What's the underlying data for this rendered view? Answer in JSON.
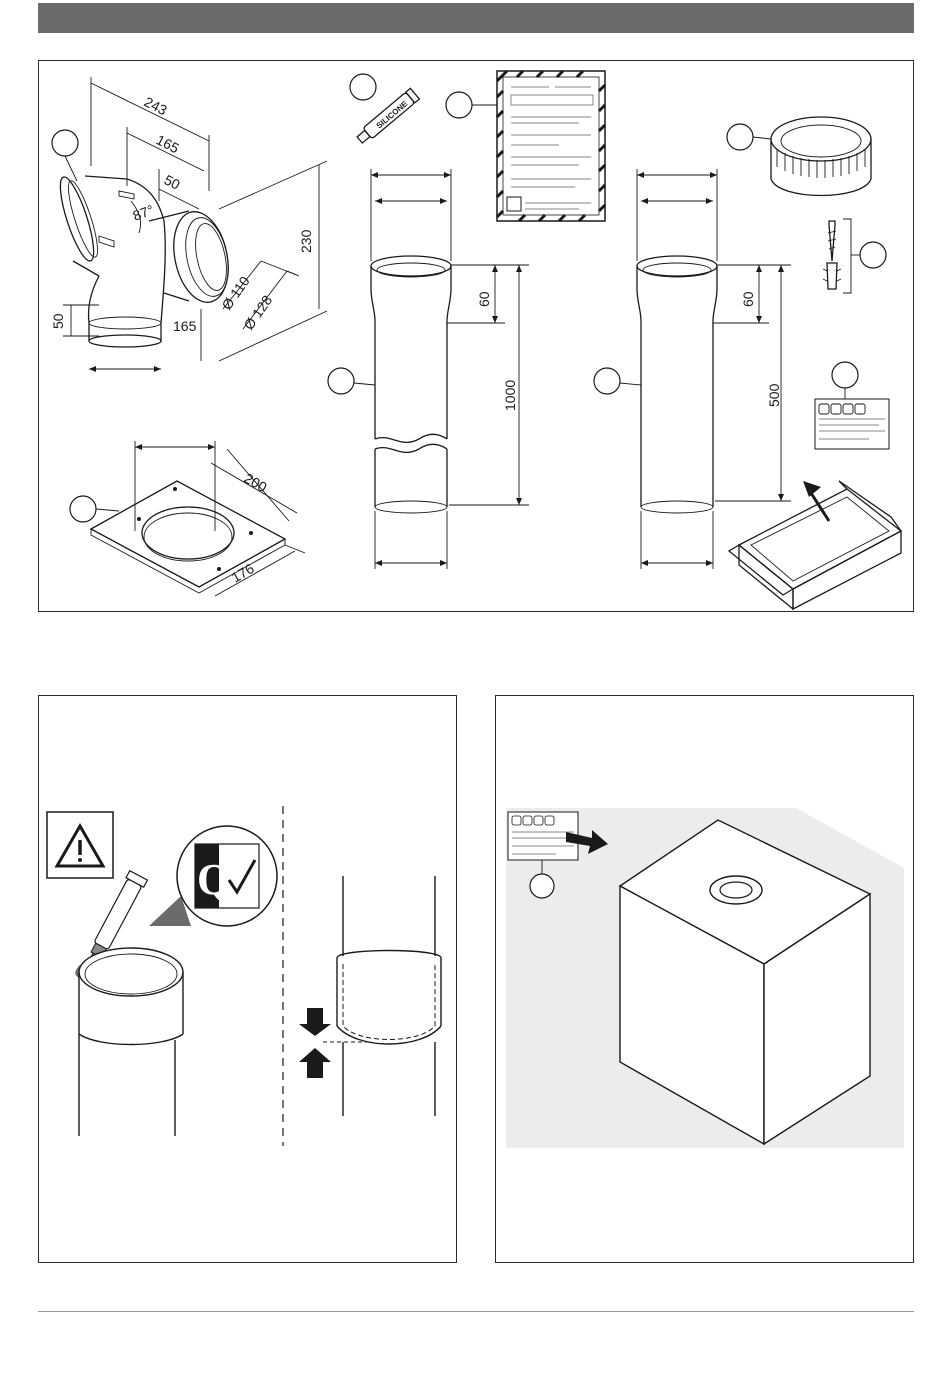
{
  "dimensions": {
    "elbow_width": "243",
    "elbow_depth": "165",
    "elbow_offset": "50",
    "elbow_angle": "87°",
    "elbow_bottom": "165",
    "elbow_height": "230",
    "diameter_inner": "Ø 110",
    "diameter_outer": "Ø 128",
    "elbow_socket": "50",
    "plate_width": "200",
    "plate_depth": "176",
    "pipe_long_socket": "60",
    "pipe_long_length": "1000",
    "pipe_short_socket": "60",
    "pipe_short_length": "500"
  },
  "labels": {
    "silicone_tube": "SILICONE"
  }
}
